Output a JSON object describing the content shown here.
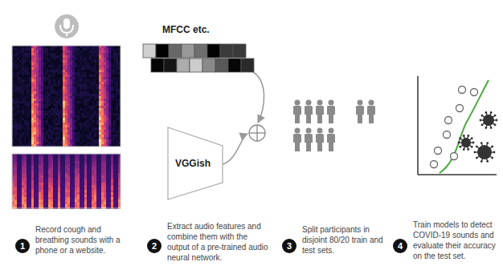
{
  "diagram": {
    "nodes": [
      {
        "text": [
          "MFCC etc."
        ]
      },
      {
        "text": [
          "VGGish"
        ]
      }
    ],
    "labels": [
      "1",
      "Record cough and breathing sounds with a phone or a website.",
      "2",
      "Extract audio features and combine them with the output of a pre-trained audio neural network.",
      "3",
      "Split participants in disjoint 80/20 train and test sets.",
      "4",
      "Train models to detect COVID-19 sounds and evaluate their accuracy on the test set."
    ]
  }
}
